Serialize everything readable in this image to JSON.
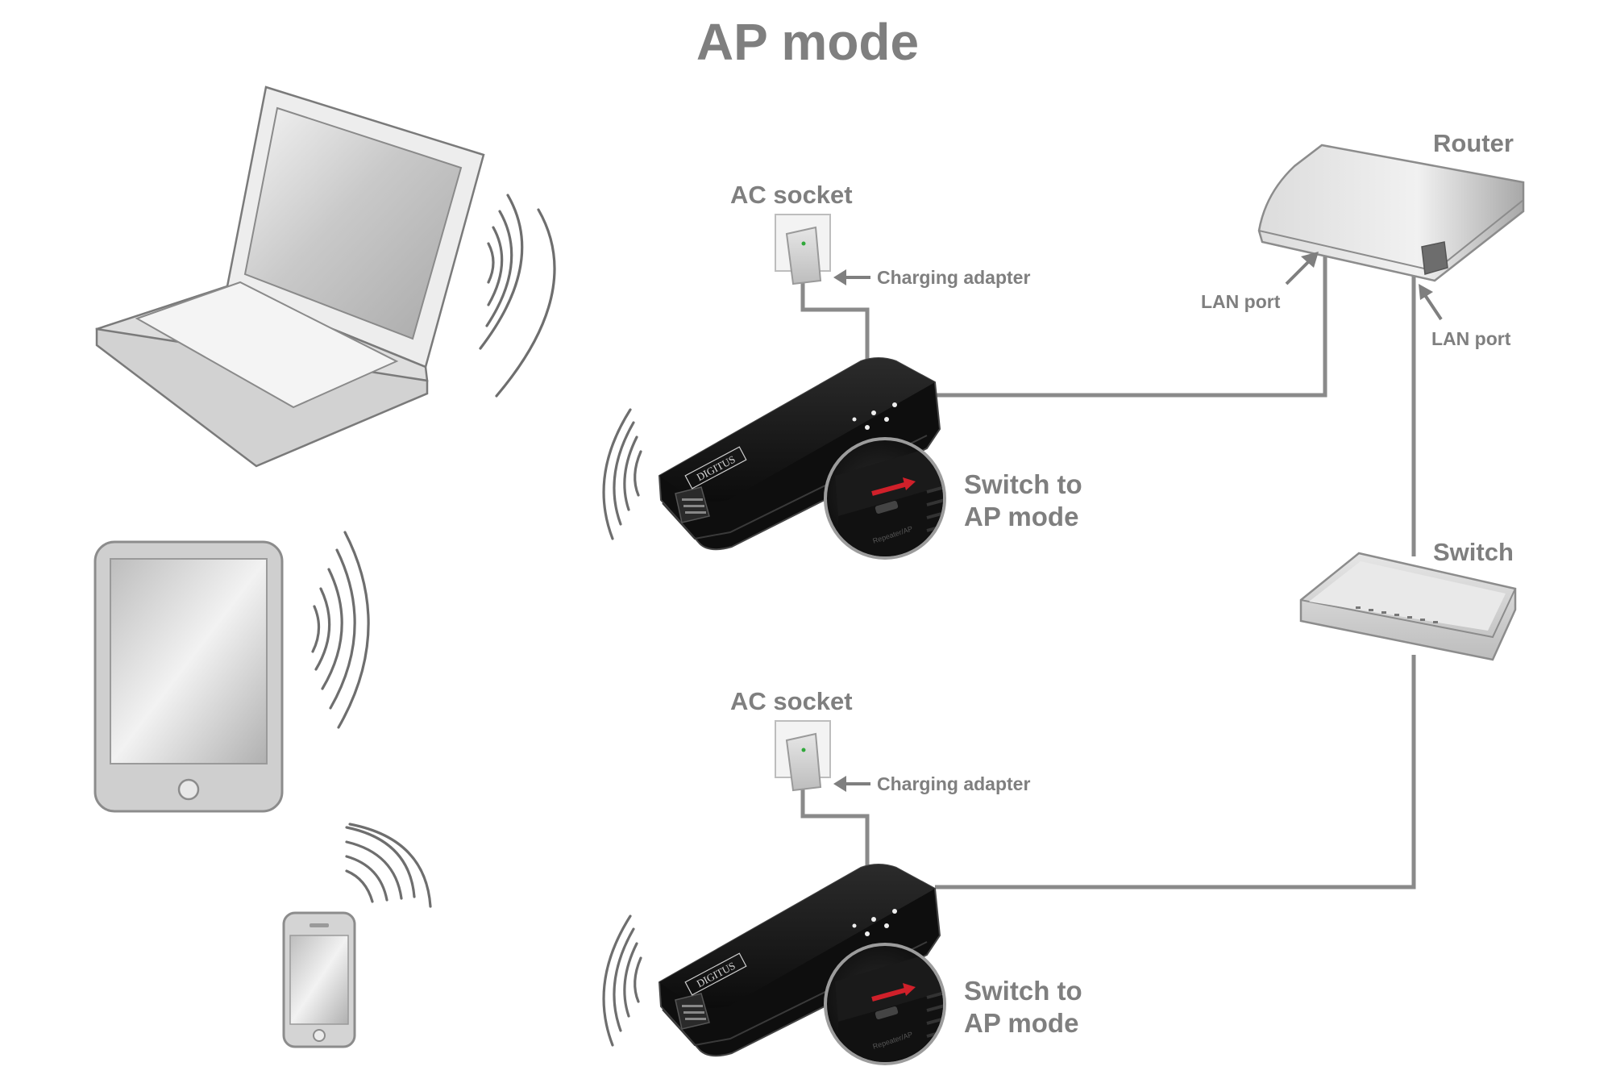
{
  "diagram": {
    "title": "AP mode",
    "top_unit": {
      "socket_label": "AC socket",
      "adapter_label": "Charging adapter",
      "switch_line1": "Switch to",
      "switch_line2": "AP mode",
      "brand": "DIGITUS"
    },
    "bottom_unit": {
      "socket_label": "AC socket",
      "adapter_label": "Charging adapter",
      "switch_line1": "Switch to",
      "switch_line2": "AP mode",
      "brand": "DIGITUS"
    },
    "router": {
      "label": "Router",
      "lan_port_left": "LAN port",
      "lan_port_right": "LAN port"
    },
    "network_switch": {
      "label": "Switch"
    },
    "colors": {
      "label_gray": "#7f7f7f",
      "device_black": "#161616",
      "wire_gray": "#8a8a8a",
      "slider_red": "#d0202a"
    },
    "icons": [
      "laptop-icon",
      "tablet-icon",
      "smartphone-icon",
      "wifi-signal-icon",
      "ac-socket-icon",
      "router-icon",
      "network-switch-icon"
    ]
  }
}
